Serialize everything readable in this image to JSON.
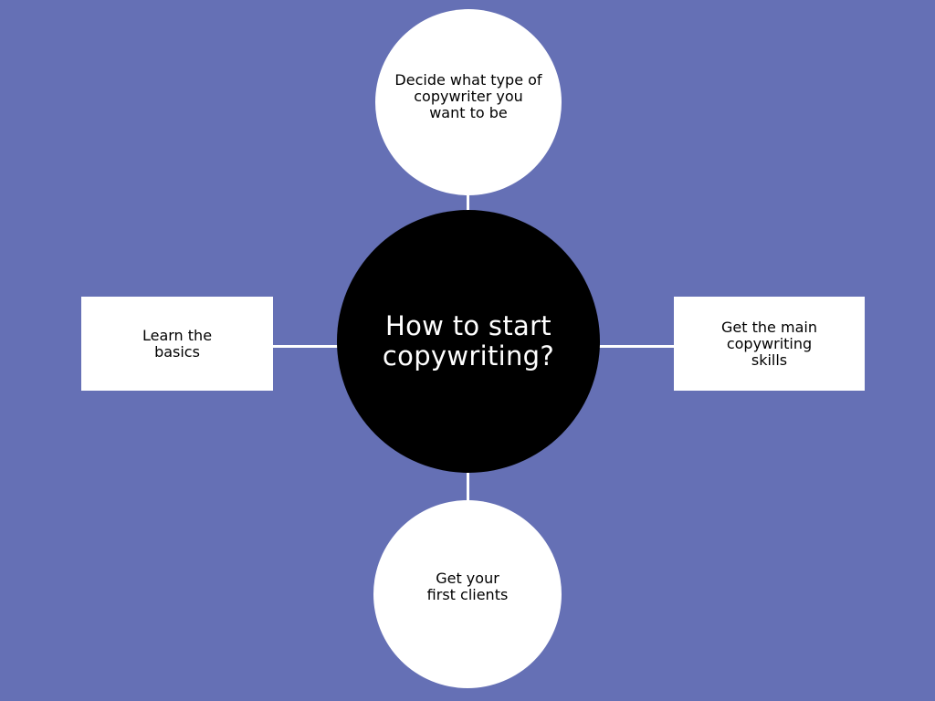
{
  "diagram": {
    "center": {
      "title": "How to start\ncopywriting?"
    },
    "top": {
      "text": "Decide what type of\ncopywriter you\nwant to be"
    },
    "left": {
      "text": "Learn the\nbasics"
    },
    "right": {
      "text": "Get the main\ncopywriting\nskills"
    },
    "bottom": {
      "text": "Get your\nfirst clients"
    }
  },
  "colors": {
    "background": "#6570b5",
    "center_fill": "#000000",
    "node_fill": "#ffffff",
    "connector": "#ffffff"
  }
}
